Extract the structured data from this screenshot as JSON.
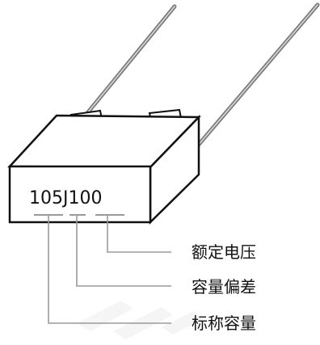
{
  "component": {
    "marking": "105J100"
  },
  "callouts": [
    {
      "key": "voltage",
      "label": "额定电压"
    },
    {
      "key": "tolerance",
      "label": "容量偏差"
    },
    {
      "key": "capacity",
      "label": "标称容量"
    }
  ],
  "colors": {
    "outline": "#111111",
    "lead": "#8a8a8a",
    "lead_highlight": "#d0d0d0",
    "leader_line": "#9a9a9a",
    "body_front": "#ffffff",
    "body_top": "#ffffff",
    "body_side": "#ffffff"
  }
}
